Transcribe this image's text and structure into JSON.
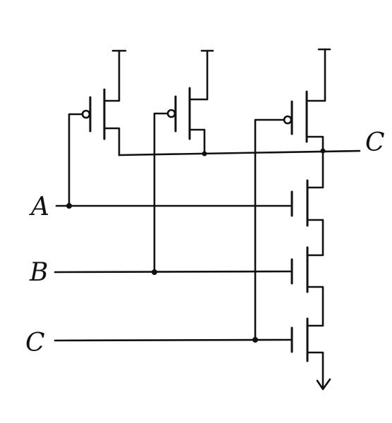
{
  "diagram": {
    "title": "",
    "inputs": {
      "a": "A",
      "b": "B",
      "c": "C"
    },
    "output": "C",
    "colors": {
      "ink": "#111111",
      "background": "#ffffff"
    }
  }
}
